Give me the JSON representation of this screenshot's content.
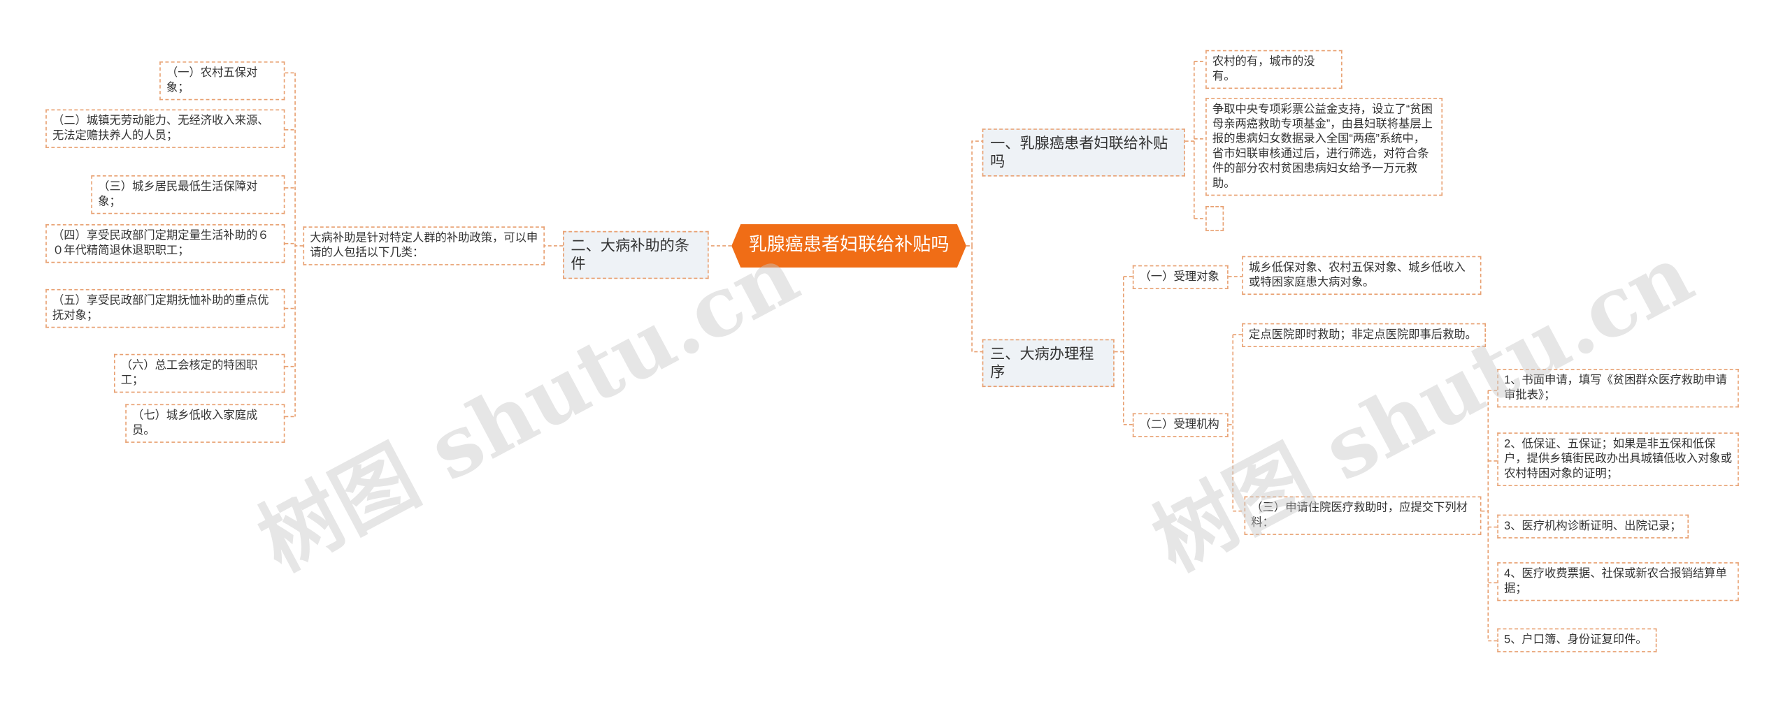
{
  "root": {
    "label": "乳腺癌患者妇联给补贴吗"
  },
  "colors": {
    "root_fill": "#f06d16",
    "line": "#e8a071",
    "level1_fill": "#eef2f6"
  },
  "watermark": "树图 shutu.cn",
  "branch1": {
    "label": "一、乳腺癌患者妇联给补贴吗",
    "items": [
      "农村的有，城市的没有。",
      "争取中央专项彩票公益金支持，设立了“贫困母亲两癌救助专项基金”，由县妇联将基层上报的患病妇女数据录入全国“两癌”系统中，省市妇联审核通过后，进行筛选，对符合条件的部分农村贫困患病妇女给予一万元救助。",
      ""
    ]
  },
  "branch2": {
    "label": "二、大病补助的条件",
    "intro": "大病补助是针对特定人群的补助政策，可以申请的人包括以下几类：",
    "items": [
      "（一）农村五保对象；",
      "（二）城镇无劳动能力、无经济收入来源、无法定赡扶养人的人员；",
      "（三）城乡居民最低生活保障对象；",
      "（四）享受民政部门定期定量生活补助的６０年代精简退休退职职工；",
      "（五）享受民政部门定期抚恤补助的重点优抚对象；",
      "（六）总工会核定的特困职工；",
      "（七）城乡低收入家庭成员。"
    ]
  },
  "branch3": {
    "label": "三、大病办理程序",
    "sub1": {
      "label": "（一）受理对象",
      "text": "城乡低保对象、农村五保对象、城乡低收入或特困家庭患大病对象。"
    },
    "sub2": {
      "label": "（二）受理机构",
      "text": "定点医院即时救助；非定点医院即事后救助。",
      "sub3": {
        "label": "（三）申请住院医疗救助时，应提交下列材料：",
        "items": [
          "1、书面申请，填写《贫困群众医疗救助申请审批表》；",
          "2、低保证、五保证；如果是非五保和低保户，提供乡镇街民政办出具城镇低收入对象或农村特困对象的证明；",
          "3、医疗机构诊断证明、出院记录；",
          "4、医疗收费票据、社保或新农合报销结算单据；",
          "5、户口簿、身份证复印件。"
        ]
      }
    }
  }
}
